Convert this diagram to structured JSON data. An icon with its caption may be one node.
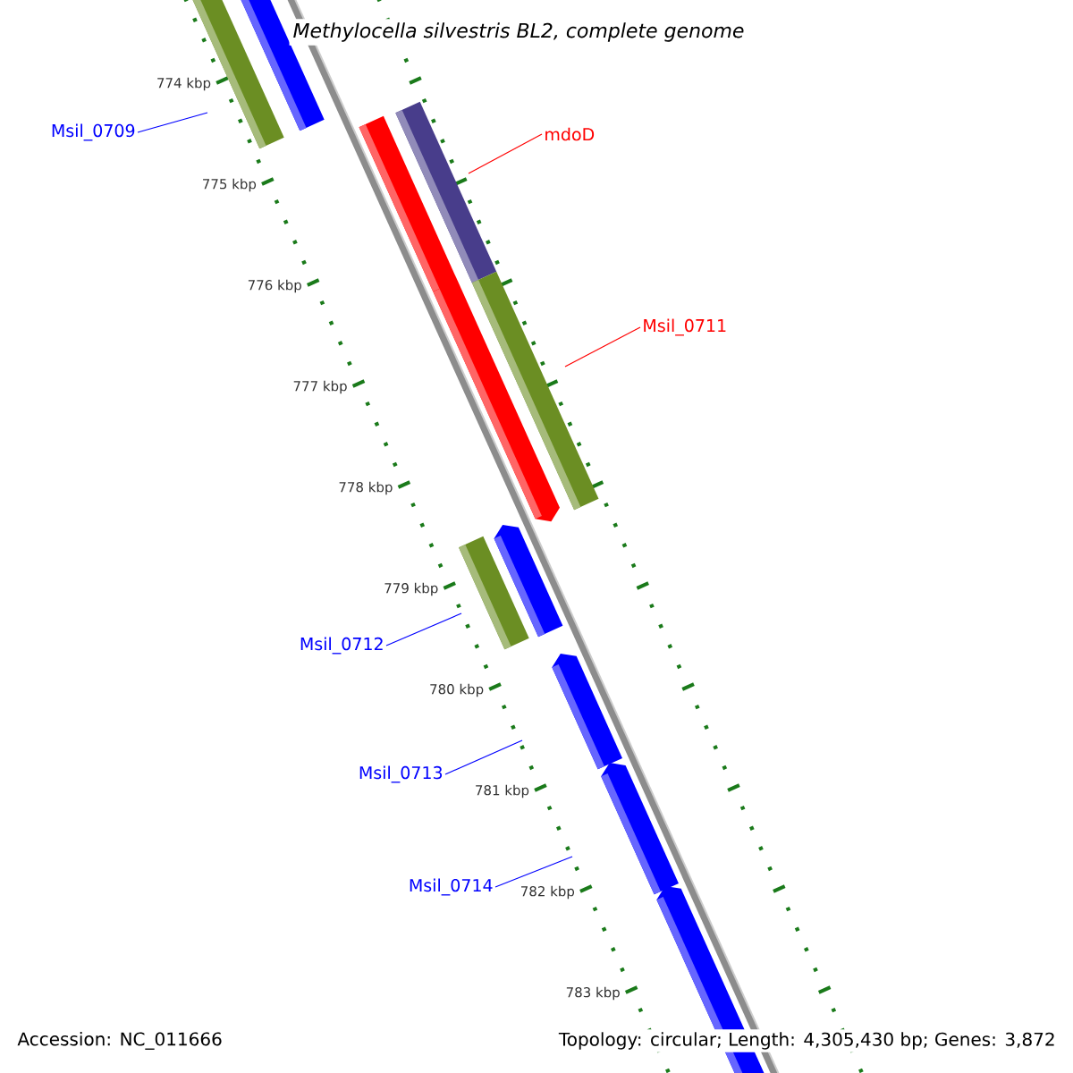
{
  "diagram": {
    "title": "*Methylocella silvestris* BL2, complete genome",
    "nodes": [
      {
        "text": [
          "Msil_0709"
        ]
      },
      {
        "text": [
          "mdoD"
        ]
      },
      {
        "text": [
          "Msil_0711"
        ]
      },
      {
        "text": [
          "Msil_0712"
        ]
      },
      {
        "text": [
          "Msil_0713"
        ]
      },
      {
        "text": [
          "Msil_0714"
        ]
      }
    ],
    "edges": [
      {
        "from": 0,
        "to": null,
        "arrow": "none"
      },
      {
        "from": 1,
        "to": null,
        "arrow": "none",
        "color": "#ff0000"
      },
      {
        "from": 2,
        "to": null,
        "arrow": "none",
        "color": "#ff0000"
      },
      {
        "from": 3,
        "to": null,
        "arrow": "none"
      },
      {
        "from": 4,
        "to": null,
        "arrow": "none"
      },
      {
        "from": 5,
        "to": null,
        "arrow": "none"
      }
    ],
    "labels": [
      "774 kbp",
      "775 kbp",
      "776 kbp",
      "777 kbp",
      "778 kbp",
      "779 kbp",
      "780 kbp",
      "781 kbp",
      "782 kbp",
      "783 kbp",
      "Accession: NC_011666",
      "Topology: circular; Length: 4,305,430 bp; Genes: 3,872"
    ]
  }
}
